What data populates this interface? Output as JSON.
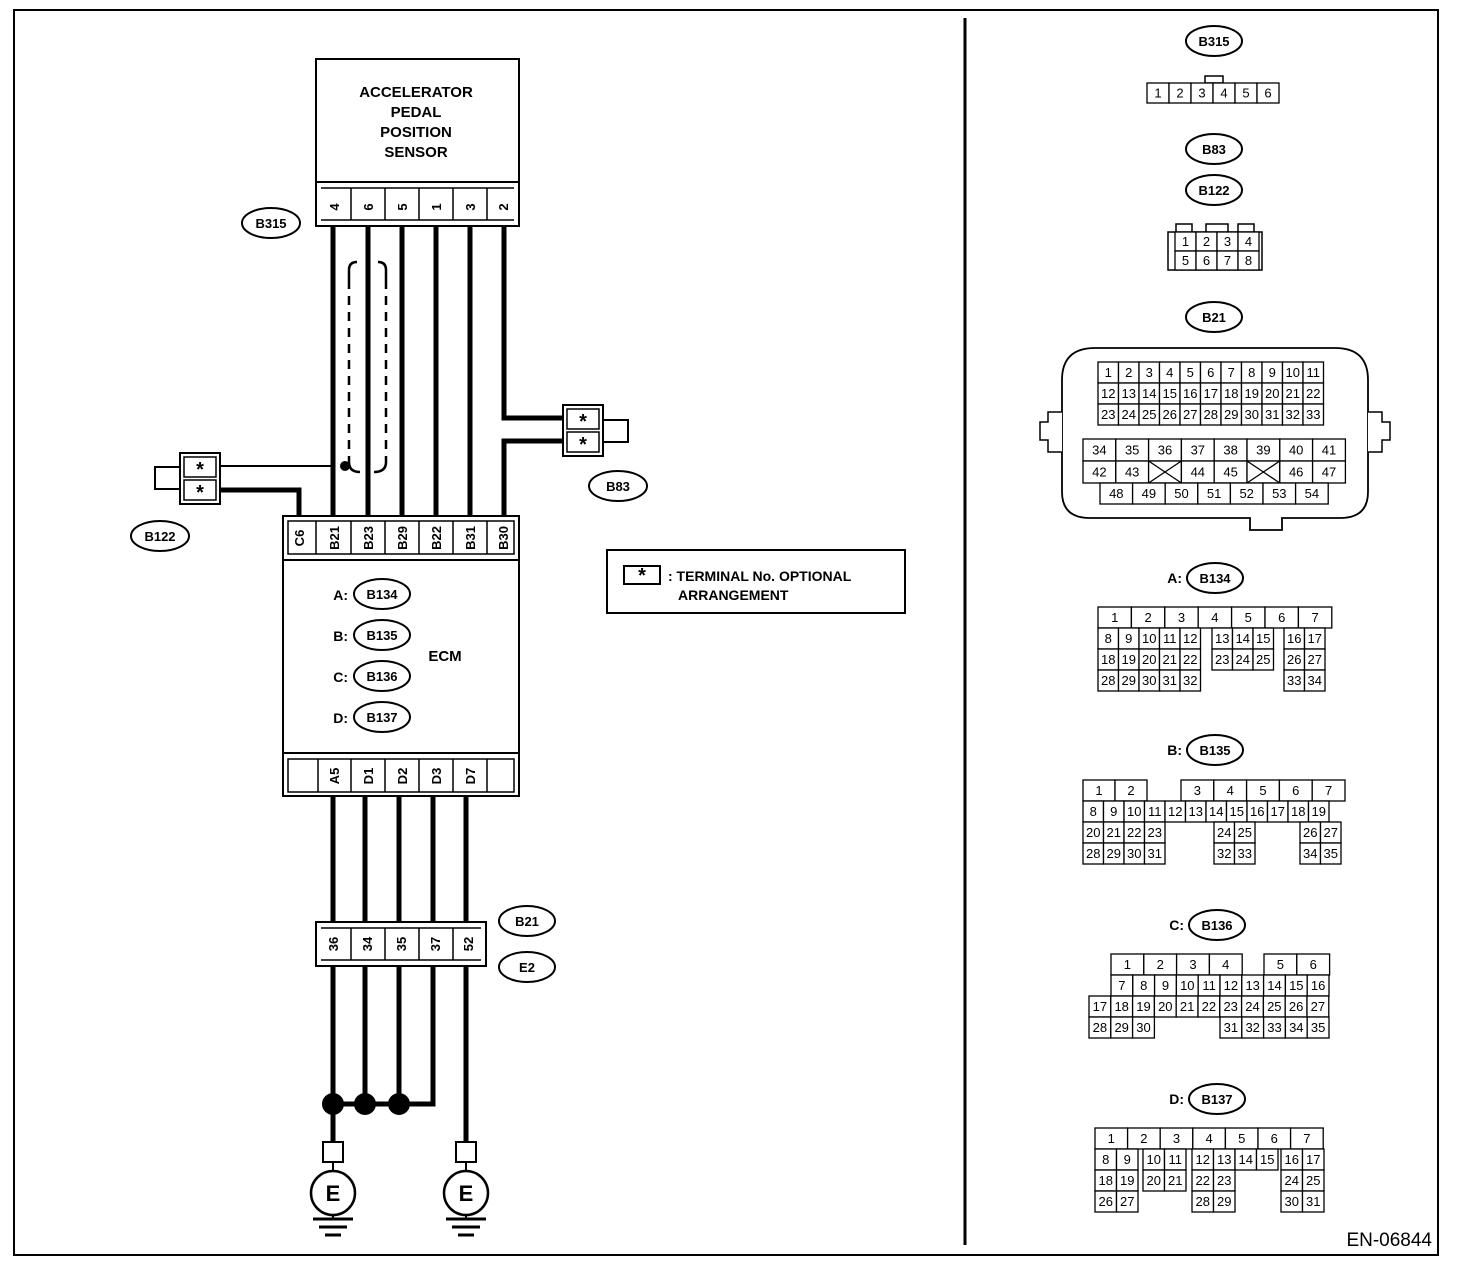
{
  "sensor": {
    "name_lines": [
      "ACCELERATOR",
      "PEDAL",
      "POSITION",
      "SENSOR"
    ]
  },
  "connector_labels": {
    "sensor_connector": "B315",
    "harness_b122": "B122",
    "harness_b83": "B83",
    "ground_b21": "B21",
    "ground_e2": "E2"
  },
  "sensor_pins": [
    "4",
    "6",
    "5",
    "1",
    "3",
    "2"
  ],
  "ecm": {
    "name": "ECM",
    "input_pins": [
      "C6",
      "B21",
      "B23",
      "B29",
      "B22",
      "B31",
      "B30"
    ],
    "output_pins": [
      "A5",
      "D1",
      "D2",
      "D3",
      "D7"
    ],
    "connectors": [
      {
        "prefix": "A:",
        "id": "B134"
      },
      {
        "prefix": "B:",
        "id": "B135"
      },
      {
        "prefix": "C:",
        "id": "B136"
      },
      {
        "prefix": "D:",
        "id": "B137"
      }
    ]
  },
  "ground_pins": [
    "36",
    "34",
    "35",
    "37",
    "52"
  ],
  "ground_symbol": "E",
  "optional_symbol": "*",
  "legend": {
    "symbol": "*",
    "line1": ": TERMINAL No. OPTIONAL",
    "line2": "ARRANGEMENT"
  },
  "views": {
    "b315": {
      "label": "B315",
      "rows": [
        [
          "1",
          "2",
          "3",
          "4",
          "5",
          "6"
        ]
      ]
    },
    "b83": {
      "label": "B83"
    },
    "b122": {
      "label": "B122",
      "rows": [
        [
          "1",
          "2",
          "3",
          "4"
        ],
        [
          "5",
          "6",
          "7",
          "8"
        ]
      ]
    },
    "b21": {
      "label": "B21",
      "rows": [
        [
          "1",
          "2",
          "3",
          "4",
          "5",
          "6",
          "7",
          "8",
          "9",
          "10",
          "11"
        ],
        [
          "12",
          "13",
          "14",
          "15",
          "16",
          "17",
          "18",
          "19",
          "20",
          "21",
          "22"
        ],
        [
          "23",
          "24",
          "25",
          "26",
          "27",
          "28",
          "29",
          "30",
          "31",
          "32",
          "33"
        ],
        [
          "34",
          "35",
          "36",
          "37",
          "38",
          "39",
          "40",
          "41"
        ],
        [
          "42",
          "43",
          "44",
          "45",
          "46",
          "47"
        ],
        [
          "48",
          "49",
          "50",
          "51",
          "52",
          "53",
          "54"
        ]
      ]
    },
    "a": {
      "prefix": "A:",
      "label": "B134",
      "rows": [
        [
          "1",
          "2",
          "3",
          "4",
          "5",
          "6",
          "7"
        ],
        [
          "8",
          "9",
          "10",
          "11",
          "12",
          "13",
          "14",
          "15",
          "16",
          "17"
        ],
        [
          "18",
          "19",
          "20",
          "21",
          "22",
          "23",
          "24",
          "25",
          "26",
          "27"
        ],
        [
          "28",
          "29",
          "30",
          "31",
          "32",
          "33",
          "34"
        ]
      ]
    },
    "b": {
      "prefix": "B:",
      "label": "B135",
      "rows": [
        [
          "1",
          "2",
          "3",
          "4",
          "5",
          "6",
          "7"
        ],
        [
          "8",
          "9",
          "10",
          "11",
          "12",
          "13",
          "14",
          "15",
          "16",
          "17",
          "18",
          "19"
        ],
        [
          "20",
          "21",
          "22",
          "23",
          "24",
          "25",
          "26",
          "27"
        ],
        [
          "28",
          "29",
          "30",
          "31",
          "32",
          "33",
          "34",
          "35"
        ]
      ]
    },
    "c": {
      "prefix": "C:",
      "label": "B136",
      "rows": [
        [
          "1",
          "2",
          "3",
          "4",
          "5",
          "6"
        ],
        [
          "7",
          "8",
          "9",
          "10",
          "11",
          "12",
          "13",
          "14",
          "15",
          "16"
        ],
        [
          "17",
          "18",
          "19",
          "20",
          "21",
          "22",
          "23",
          "24",
          "25",
          "26",
          "27"
        ],
        [
          "28",
          "29",
          "30",
          "31",
          "32",
          "33",
          "34",
          "35"
        ]
      ]
    },
    "d": {
      "prefix": "D:",
      "label": "B137",
      "rows": [
        [
          "1",
          "2",
          "3",
          "4",
          "5",
          "6",
          "7"
        ],
        [
          "8",
          "9",
          "10",
          "11",
          "12",
          "13",
          "14",
          "15",
          "16",
          "17"
        ],
        [
          "18",
          "19",
          "20",
          "21",
          "22",
          "23",
          "24",
          "25"
        ],
        [
          "26",
          "27",
          "28",
          "29",
          "30",
          "31"
        ]
      ]
    }
  },
  "figure_code": "EN-06844"
}
